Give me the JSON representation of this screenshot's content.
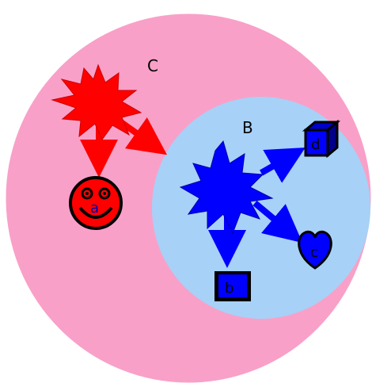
{
  "diagram": {
    "sets": [
      {
        "id": "C",
        "label": "C",
        "fill": "#f9a0c8"
      },
      {
        "id": "B",
        "label": "B",
        "fill": "#a7d1f7"
      }
    ],
    "nodes": [
      {
        "id": "red-star",
        "shape": "star",
        "color": "#ff0000",
        "set": "C"
      },
      {
        "id": "blue-star",
        "shape": "star",
        "color": "#0000ff",
        "set": "B"
      },
      {
        "id": "a",
        "label": "a",
        "shape": "smiley-face",
        "color": "#ff0000",
        "set": "C"
      },
      {
        "id": "b",
        "label": "b",
        "shape": "square",
        "color": "#0000ff",
        "set": "B"
      },
      {
        "id": "c",
        "label": "c",
        "shape": "heart",
        "color": "#0000ff",
        "set": "B"
      },
      {
        "id": "d",
        "label": "d",
        "shape": "cube",
        "color": "#0000ff",
        "set": "B"
      }
    ],
    "edges": [
      {
        "from": "red-star",
        "to": "a",
        "color": "#ff0000"
      },
      {
        "from": "red-star",
        "to": "blue-star",
        "color": "#ff0000"
      },
      {
        "from": "blue-star",
        "to": "b",
        "color": "#0000ff"
      },
      {
        "from": "blue-star",
        "to": "c",
        "color": "#0000ff"
      },
      {
        "from": "blue-star",
        "to": "d",
        "color": "#0000ff"
      }
    ]
  }
}
